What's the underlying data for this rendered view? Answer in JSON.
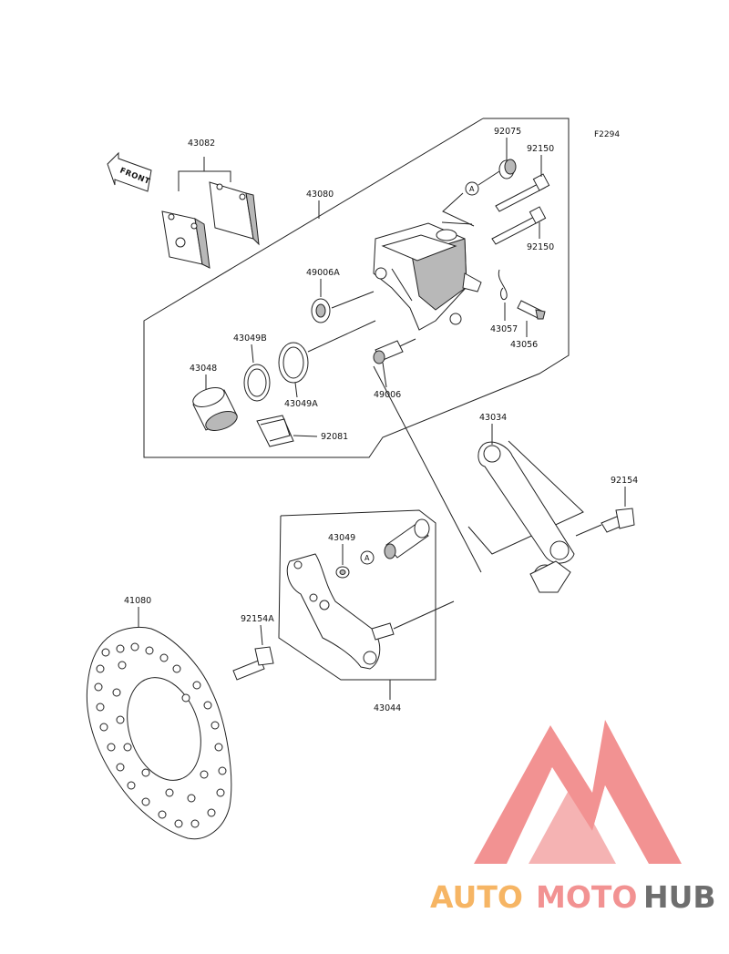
{
  "figure_code": "F2294",
  "front_label": "FRONT",
  "reference_letter": "A",
  "parts": [
    {
      "id": "43082"
    },
    {
      "id": "43080"
    },
    {
      "id": "92075"
    },
    {
      "id": "92150a",
      "label": "92150"
    },
    {
      "id": "92150b",
      "label": "92150"
    },
    {
      "id": "49006A"
    },
    {
      "id": "43057"
    },
    {
      "id": "43056"
    },
    {
      "id": "43049B"
    },
    {
      "id": "43048"
    },
    {
      "id": "43049A"
    },
    {
      "id": "49006"
    },
    {
      "id": "92081"
    },
    {
      "id": "43034"
    },
    {
      "id": "92154"
    },
    {
      "id": "43049"
    },
    {
      "id": "41080"
    },
    {
      "id": "92154A"
    },
    {
      "id": "43044"
    }
  ],
  "labels": {
    "p43082": "43082",
    "p43080": "43080",
    "p92075": "92075",
    "p92150a": "92150",
    "p92150b": "92150",
    "p49006A": "49006A",
    "p43057": "43057",
    "p43056": "43056",
    "p43049B": "43049B",
    "p43048": "43048",
    "p43049A": "43049A",
    "p49006": "49006",
    "p92081": "92081",
    "p43034": "43034",
    "p92154": "92154",
    "p43049": "43049",
    "p41080": "41080",
    "p92154A": "92154A",
    "p43044": "43044"
  },
  "watermark": {
    "brand_part1": "AUTO",
    "brand_part2": "MOTO",
    "brand_part3": "HUB",
    "color_primary": "#f08080",
    "color_accent": "#f5a94a",
    "color_dark": "#555555"
  }
}
